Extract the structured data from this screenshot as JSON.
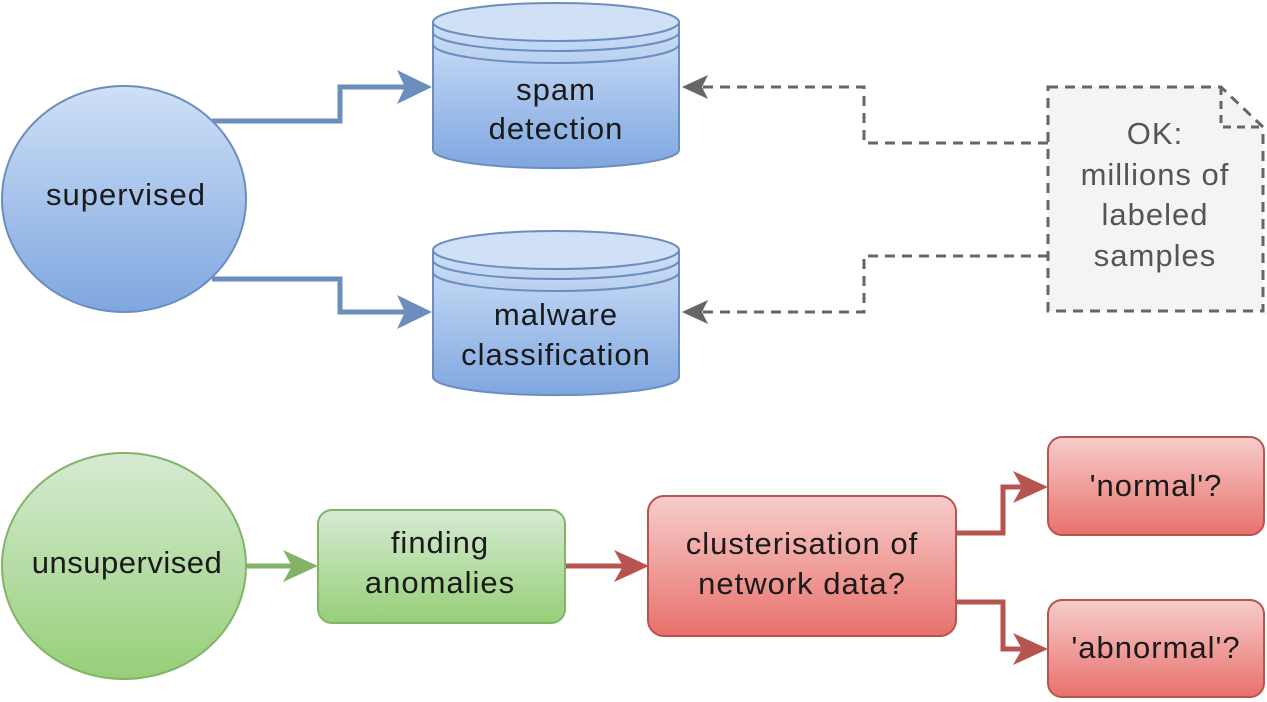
{
  "diagram": {
    "colors": {
      "blue_fill_top": "#c9dcf5",
      "blue_fill_bottom": "#7ea6e0",
      "blue_stroke": "#6c8ebf",
      "green_fill_top": "#d5e8d4",
      "green_fill_bottom": "#97d077",
      "green_stroke": "#82b366",
      "red_fill_top": "#f8cecc",
      "red_fill_bottom": "#ea6b66",
      "red_stroke": "#b85450",
      "note_fill": "#f5f5f5",
      "note_stroke": "#666666"
    },
    "nodes": {
      "supervised": {
        "label": [
          "supervised"
        ],
        "shape": "ellipse"
      },
      "spam_detection": {
        "label": [
          "spam",
          "detection"
        ],
        "shape": "cylinder"
      },
      "malware_classification": {
        "label": [
          "malware",
          "classification"
        ],
        "shape": "cylinder"
      },
      "labeled_note": {
        "label": [
          "OK:",
          "millions of",
          "labeled",
          "samples"
        ],
        "shape": "note"
      },
      "unsupervised": {
        "label": [
          "unsupervised"
        ],
        "shape": "ellipse"
      },
      "finding_anomalies": {
        "label": [
          "finding",
          "anomalies"
        ],
        "shape": "rounded-rect"
      },
      "clusterisation": {
        "label": [
          "clusterisation of",
          "network data?"
        ],
        "shape": "rounded-rect"
      },
      "normal": {
        "label": [
          "'normal'?"
        ],
        "shape": "rounded-rect"
      },
      "abnormal": {
        "label": [
          "'abnormal'?"
        ],
        "shape": "rounded-rect"
      }
    },
    "edges": [
      {
        "from": "supervised",
        "to": "spam_detection",
        "style": "solid"
      },
      {
        "from": "supervised",
        "to": "malware_classification",
        "style": "solid"
      },
      {
        "from": "labeled_note",
        "to": "spam_detection",
        "style": "dashed"
      },
      {
        "from": "labeled_note",
        "to": "malware_classification",
        "style": "dashed"
      },
      {
        "from": "unsupervised",
        "to": "finding_anomalies",
        "style": "solid"
      },
      {
        "from": "finding_anomalies",
        "to": "clusterisation",
        "style": "solid"
      },
      {
        "from": "clusterisation",
        "to": "normal",
        "style": "solid"
      },
      {
        "from": "clusterisation",
        "to": "abnormal",
        "style": "solid"
      }
    ]
  }
}
